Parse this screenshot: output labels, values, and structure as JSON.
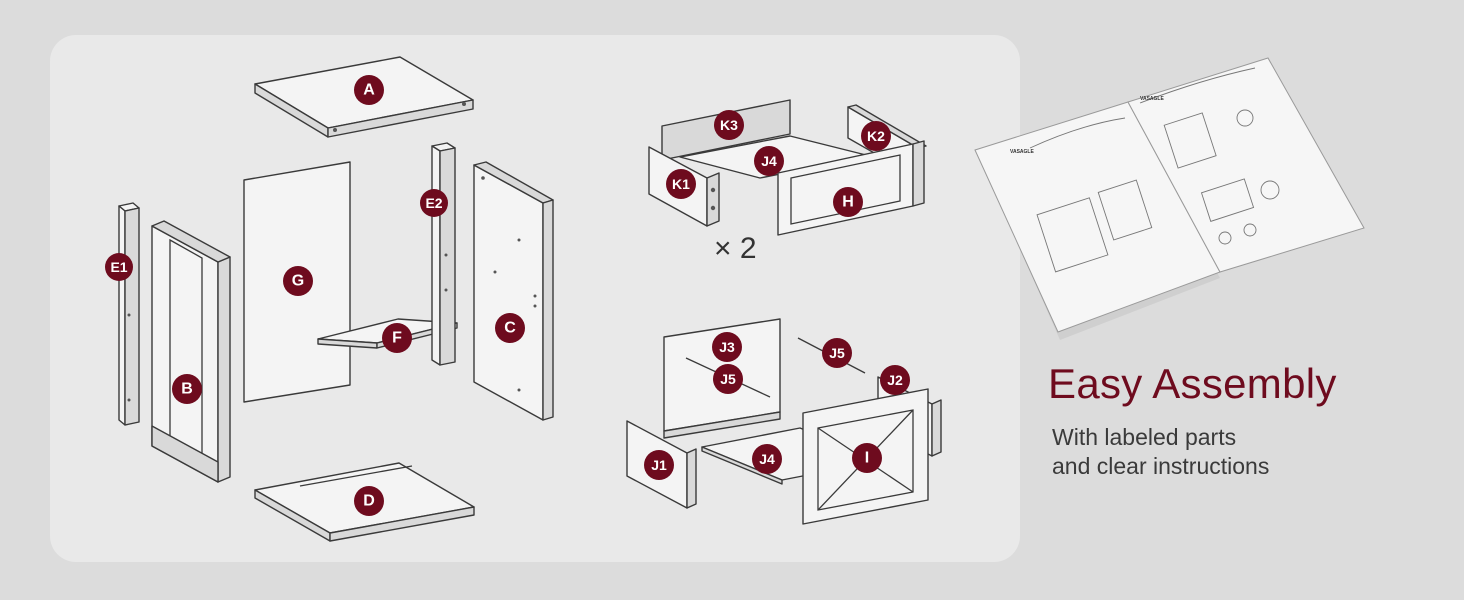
{
  "labels": {
    "A": "A",
    "B": "B",
    "C": "C",
    "D": "D",
    "E1": "E1",
    "E2": "E2",
    "F": "F",
    "G": "G",
    "H": "H",
    "I": "I",
    "J1": "J1",
    "J2": "J2",
    "J3": "J3",
    "J4_top": "J4",
    "J4_bottom": "J4",
    "J5_left": "J5",
    "J5_right": "J5",
    "K1": "K1",
    "K2": "K2",
    "K3": "K3"
  },
  "multiplier": "× 2",
  "manual_brand": "VASAGLE",
  "heading": {
    "title": "Easy Assembly",
    "line1": "With labeled parts",
    "line2": "and clear instructions"
  },
  "colors": {
    "accent": "#6e0b1e",
    "panel": "#e9e9e9",
    "background": "#dcdcdc"
  }
}
